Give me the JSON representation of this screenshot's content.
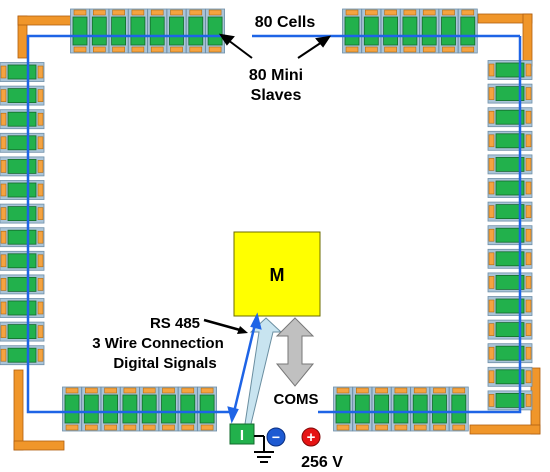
{
  "labels": {
    "cells": "80 Cells",
    "slaves_line1": "80 Mini",
    "slaves_line2": "Slaves",
    "master": "M",
    "rs485_line1": "RS 485",
    "rs485_line2": "3 Wire Connection",
    "rs485_line3": "Digital Signals",
    "coms": "COMS",
    "interface": "I",
    "voltage": "256 V",
    "minus": "−",
    "plus": "+"
  },
  "colors": {
    "cell_green": "#22b14c",
    "slave_orange": "#f5a340",
    "holder_blue": "#aac4d8",
    "bus_blue": "#1e64e6",
    "master_yellow": "#ffff00",
    "arrow_lightblue": "#c8e4f0",
    "arrow_gray": "#c0c0c0",
    "negative_blue": "#1e5ad2",
    "positive_red": "#e61414"
  }
}
